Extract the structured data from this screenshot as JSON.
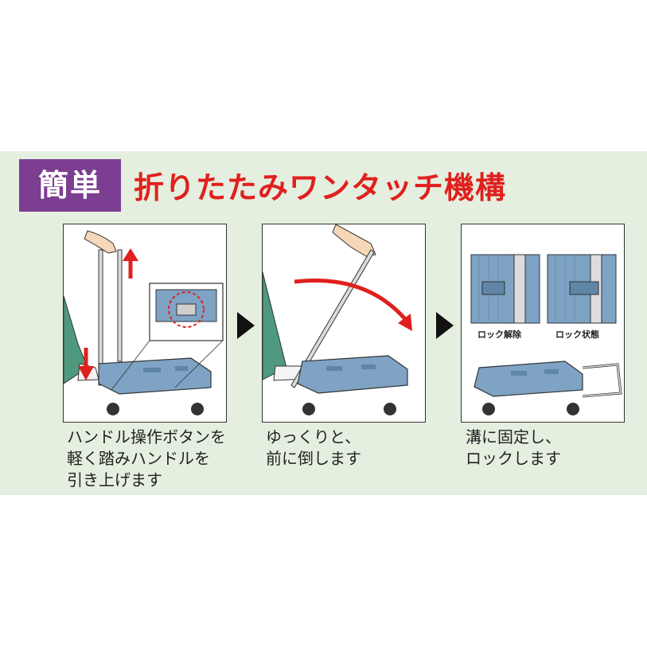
{
  "header": {
    "badge": "簡単",
    "title": "折りたたみワンタッチ機構"
  },
  "steps": [
    {
      "caption_lines": [
        "ハンドル操作ボタンを",
        "軽く踏みハンドルを",
        "引き上げます"
      ]
    },
    {
      "caption_lines": [
        "ゆっくりと、",
        "前に倒します"
      ]
    },
    {
      "caption_lines": [
        "溝に固定し、",
        "ロックします"
      ]
    }
  ],
  "lock_states": {
    "unlocked": "ロック解除",
    "locked": "ロック状態"
  },
  "colors": {
    "background_band": "#e5efe0",
    "badge": "#7b3e91",
    "headline": "#e0201e",
    "cart_blue": "#7ea3c4",
    "arrow_red": "#e0201e"
  }
}
